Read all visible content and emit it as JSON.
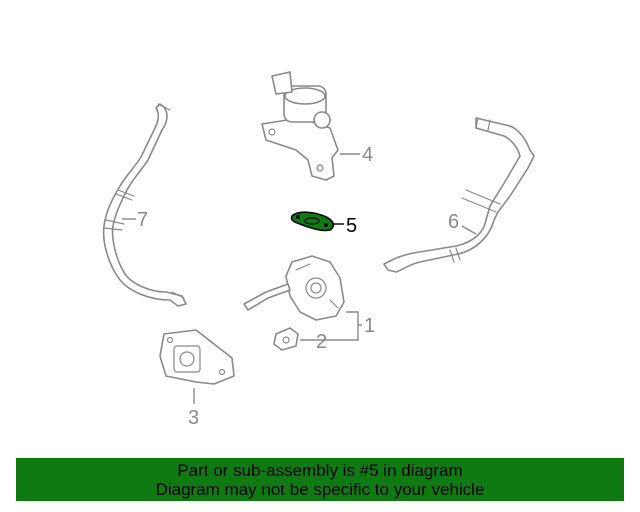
{
  "diagram": {
    "callouts": [
      {
        "id": "1",
        "label": "1"
      },
      {
        "id": "2",
        "label": "2"
      },
      {
        "id": "3",
        "label": "3"
      },
      {
        "id": "4",
        "label": "4"
      },
      {
        "id": "5",
        "label": "5"
      },
      {
        "id": "6",
        "label": "6"
      },
      {
        "id": "7",
        "label": "7"
      }
    ],
    "highlighted_part": "5",
    "highlight_color": "#0f7a12",
    "line_color": "#8a8a8a"
  },
  "banner": {
    "line1": "Part or sub-assembly is #5 in diagram",
    "line2": "Diagram may not be specific to your vehicle",
    "background": "#0f7a12"
  }
}
